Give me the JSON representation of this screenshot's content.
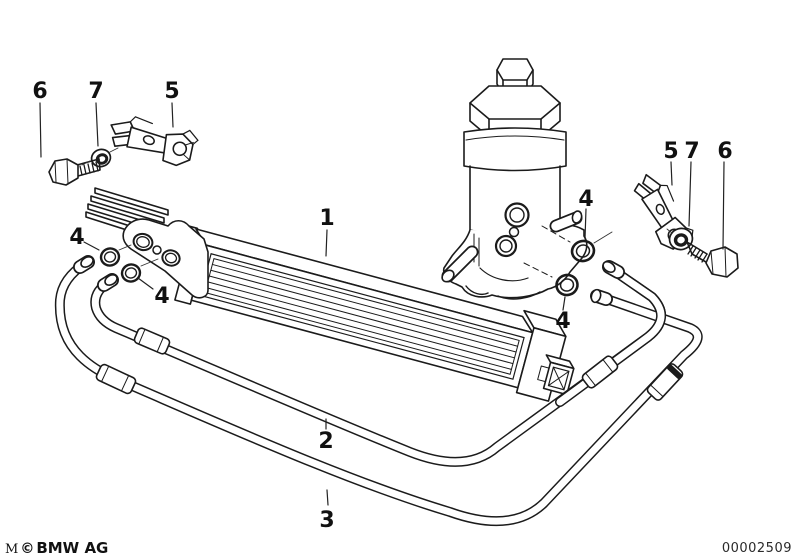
{
  "footer": {
    "prefix": "M",
    "copyright": "©",
    "brand": "BMW AG",
    "doc_number": "00002509"
  },
  "callouts": {
    "cooler": "1",
    "pipe_upper": "2",
    "pipe_lower": "3",
    "oring_left_upper": "4",
    "oring_left_lower": "4",
    "oring_right_upper": "4",
    "oring_right_lower": "4",
    "clamp_left": "5",
    "clamp_right": "5",
    "bolt_left": "6",
    "bolt_right": "6",
    "washer_left": "7",
    "washer_right": "7"
  },
  "colors": {
    "line": "#1b1b1b",
    "background": "#ffffff",
    "text": "#111111"
  }
}
